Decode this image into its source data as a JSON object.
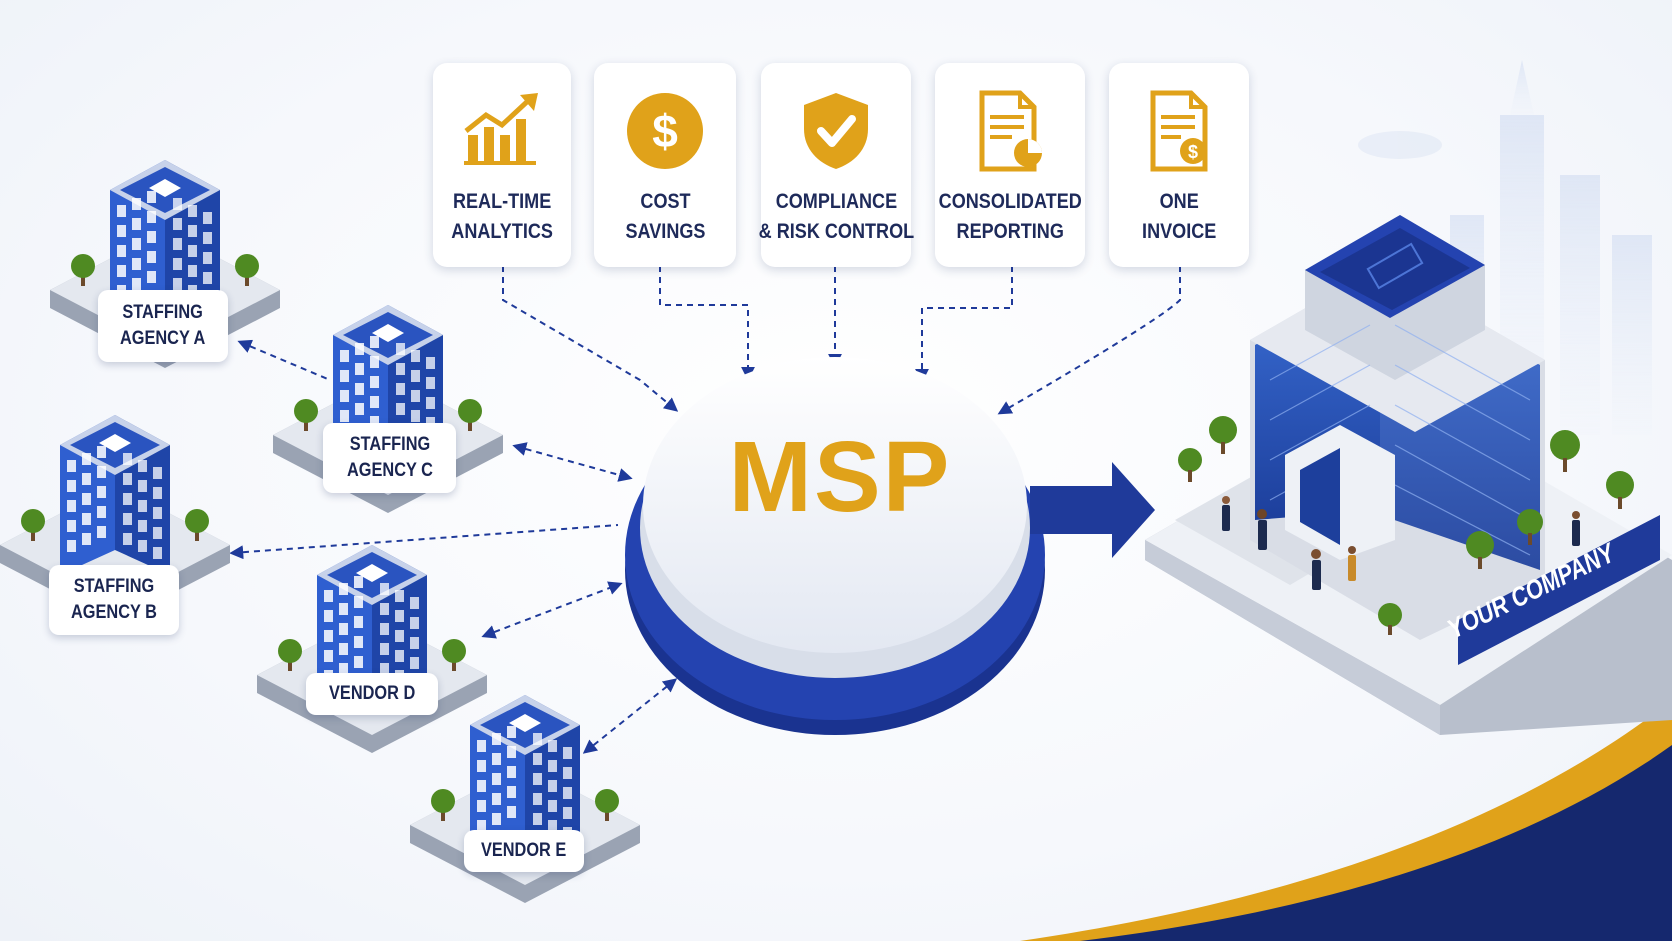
{
  "benefits": [
    {
      "line1": "REAL-TIME",
      "line2": "ANALYTICS",
      "icon": "growth-chart-icon"
    },
    {
      "line1": "COST",
      "line2": "SAVINGS",
      "icon": "dollar-coin-icon"
    },
    {
      "line1": "COMPLIANCE",
      "line2": "& RISK CONTROL",
      "icon": "shield-check-icon"
    },
    {
      "line1": "CONSOLIDATED",
      "line2": "REPORTING",
      "icon": "report-document-icon"
    },
    {
      "line1": "ONE",
      "line2": "INVOICE",
      "icon": "invoice-document-icon"
    }
  ],
  "hub": {
    "label": "MSP"
  },
  "suppliers": {
    "agency_a": {
      "line1": "STAFFING",
      "line2": "AGENCY A"
    },
    "agency_b": {
      "line1": "STAFFING",
      "line2": "AGENCY B"
    },
    "agency_c": {
      "line1": "STAFFING",
      "line2": "AGENCY C"
    },
    "vendor_d": {
      "line1": "VENDOR D"
    },
    "vendor_e": {
      "line1": "VENDOR E"
    }
  },
  "client": {
    "label": "YOUR COMPANY"
  },
  "colors": {
    "navy": "#1f3a9a",
    "gold": "#e0a21a",
    "text": "#1e2a5a",
    "building": "#2b58c4"
  }
}
